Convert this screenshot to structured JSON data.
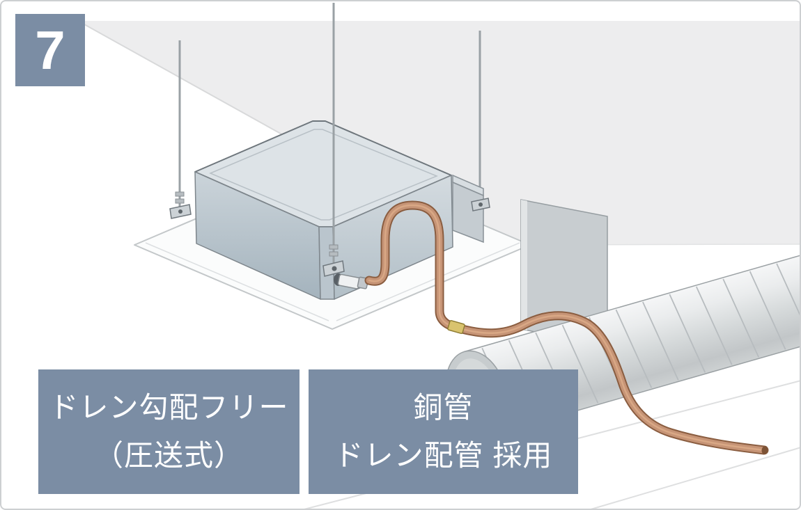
{
  "page": {
    "step_number": "7"
  },
  "callouts": {
    "left": {
      "line1": "ドレン勾配フリー",
      "line2": "（圧送式）"
    },
    "right": {
      "line1": "銅管",
      "line2": "ドレン配管 採用"
    }
  },
  "colors": {
    "accent": "#7b8da4",
    "copper_pipe": "#c69476",
    "brass_coupling": "#d9c36e",
    "unit_body": "#b7c3cc",
    "duct_gray": "#d9dcdd",
    "backdrop_gray": "#ededee"
  },
  "illustration": {
    "parts": [
      "ceiling-backdrop",
      "suspension-rods",
      "ceiling-panel",
      "indoor-unit",
      "hanger-brackets",
      "drain-fitting",
      "copper-drain-pipe",
      "brass-coupling",
      "partition-panel",
      "spiral-duct"
    ]
  }
}
